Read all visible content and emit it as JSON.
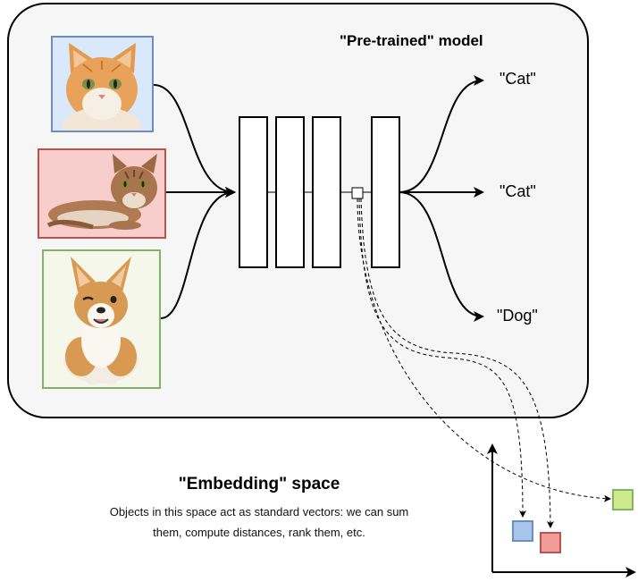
{
  "model": {
    "title": "\"Pre-trained\" model"
  },
  "inputs": [
    {
      "name": "cat-1",
      "border": "#6c8ebf",
      "fill": "#dae8fc"
    },
    {
      "name": "cat-2",
      "border": "#b85450",
      "fill": "#f8cecc"
    },
    {
      "name": "dog",
      "border": "#82b366",
      "fill": "#f4f7ea"
    }
  ],
  "outputs": [
    "\"Cat\"",
    "\"Cat\"",
    "\"Dog\""
  ],
  "embedding": {
    "title": "\"Embedding\" space",
    "description_line1": "Objects in this space act as standard vectors: we can sum",
    "description_line2": "them, compute distances, rank them, etc."
  },
  "colors": {
    "model_bg": "#f6f6f6",
    "blue": "#dae8fc",
    "blue_stroke": "#6c8ebf",
    "red": "#f8cecc",
    "red_stroke": "#b85450",
    "green": "#d5e8d4",
    "green_stroke": "#82b366",
    "lime": "#cdeb8b",
    "lime_stroke": "#82b366"
  }
}
